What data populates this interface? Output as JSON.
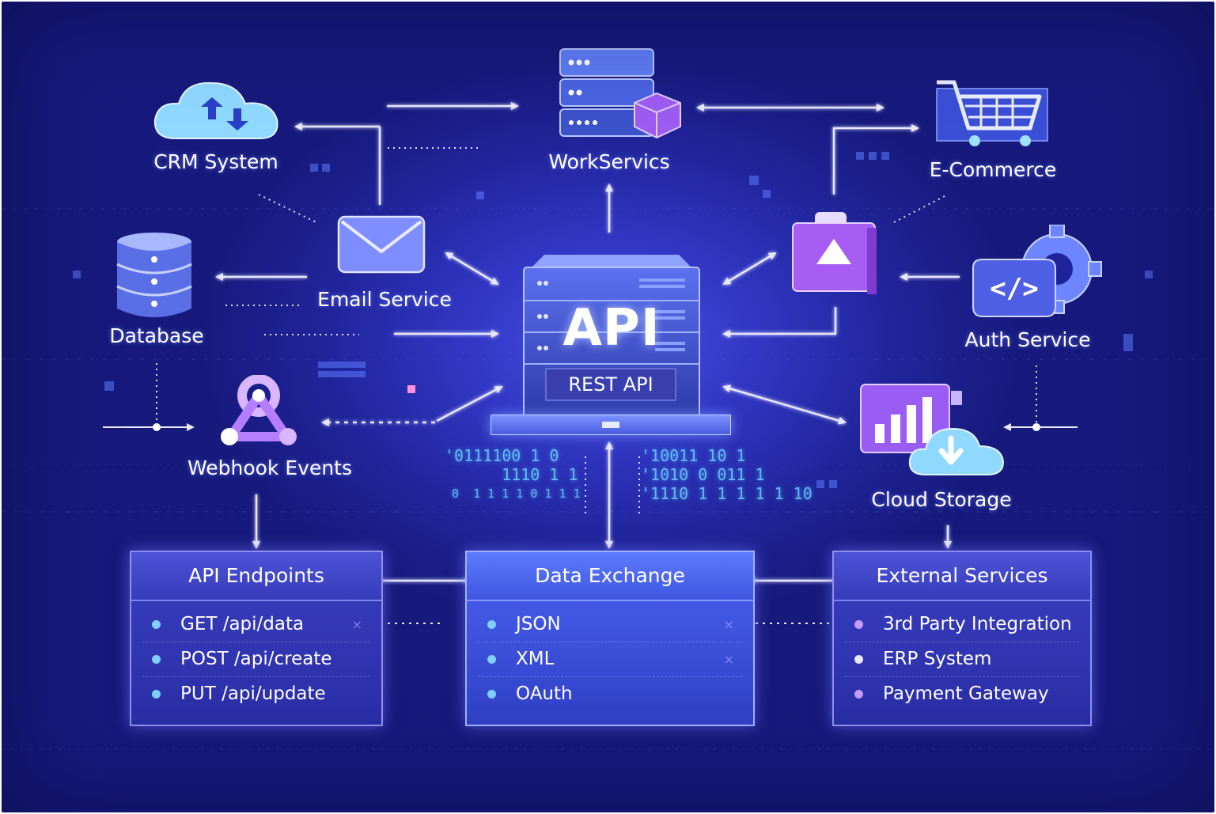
{
  "nodes": {
    "crm": {
      "label": "CRM System",
      "icon": "cloud-sync-icon"
    },
    "workservices": {
      "label": "WorkServics",
      "icon": "server-stack-icon"
    },
    "ecommerce": {
      "label": "E-Commerce",
      "icon": "shopping-cart-icon"
    },
    "database": {
      "label": "Database",
      "icon": "database-icon"
    },
    "email": {
      "label": "Email Service",
      "icon": "envelope-icon"
    },
    "auth": {
      "label": "Auth Service",
      "icon": "code-gear-icon"
    },
    "webhook": {
      "label": "Webhook Events",
      "icon": "webhook-icon"
    },
    "cloud_storage": {
      "label": "Cloud Storage",
      "icon": "cloud-download-icon"
    },
    "upload": {
      "icon": "folder-upload-icon"
    }
  },
  "api": {
    "title": "API",
    "subtitle": "REST API"
  },
  "binary": {
    "left": [
      "'0111100 1 0",
      "  1110 1 1",
      " 0  1 1 1 1 0 1 1 1"
    ],
    "right": [
      "'10011 10 1",
      "'1010 0 011 1",
      "'1110 1 1 1 1 1 10"
    ]
  },
  "panels": {
    "endpoints": {
      "title": "API Endpoints",
      "items": [
        "GET /api/data",
        "POST /api/create",
        "PUT /api/update"
      ]
    },
    "exchange": {
      "title": "Data Exchange",
      "items": [
        "JSON",
        "XML",
        "OAuth"
      ]
    },
    "external": {
      "title": "External Services",
      "items": [
        "3rd Party Integration",
        "ERP System",
        "Payment Gateway"
      ]
    }
  },
  "colors": {
    "background": "#20249a",
    "accent_cyan": "#7fd0ff",
    "accent_violet": "#b07cff",
    "panel_border": "#8d8ff0"
  }
}
